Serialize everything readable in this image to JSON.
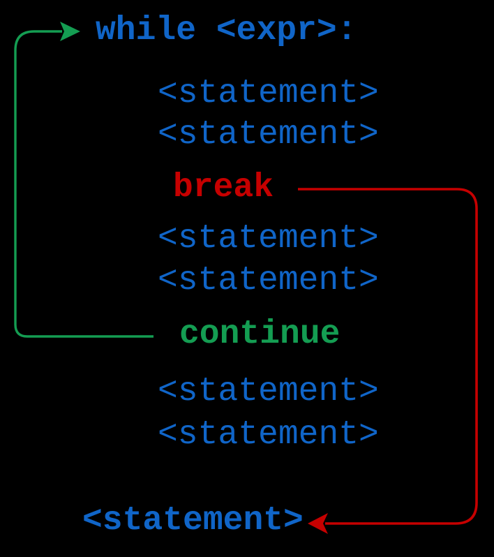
{
  "colors": {
    "background": "#000000",
    "code_blue": "#1065C8",
    "break_red": "#C60000",
    "continue_green": "#149D52"
  },
  "code": {
    "while_line": "while <expr>:",
    "statement": "<statement>",
    "break_keyword": "break",
    "continue_keyword": "continue",
    "final_statement": "<statement>"
  },
  "arrows": {
    "continue_arrow": "continue loops back up to while",
    "break_arrow": "break jumps down to the statement after the loop"
  }
}
